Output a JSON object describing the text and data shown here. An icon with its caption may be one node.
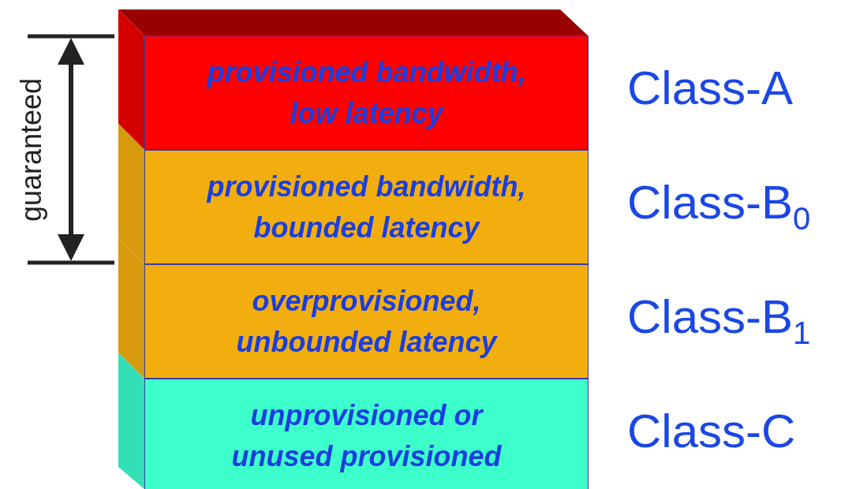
{
  "diagram": {
    "nodes": [
      {
        "text": [
          "provisioned bandwidth, low latency"
        ],
        "beside": [
          "Class-A"
        ]
      },
      {
        "text": [
          "provisioned bandwidth, bounded latency"
        ],
        "beside": [
          "Class-B$_{0}$"
        ]
      },
      {
        "text": [
          "overprovisioned, unbounded latency"
        ],
        "beside": [
          "Class-B$_{1}$"
        ]
      },
      {
        "text": [
          "unprovisioned or unused provisioned"
        ],
        "beside": [
          "Class-C"
        ]
      }
    ],
    "edges": [],
    "labels": [
      "guaranteed"
    ]
  }
}
